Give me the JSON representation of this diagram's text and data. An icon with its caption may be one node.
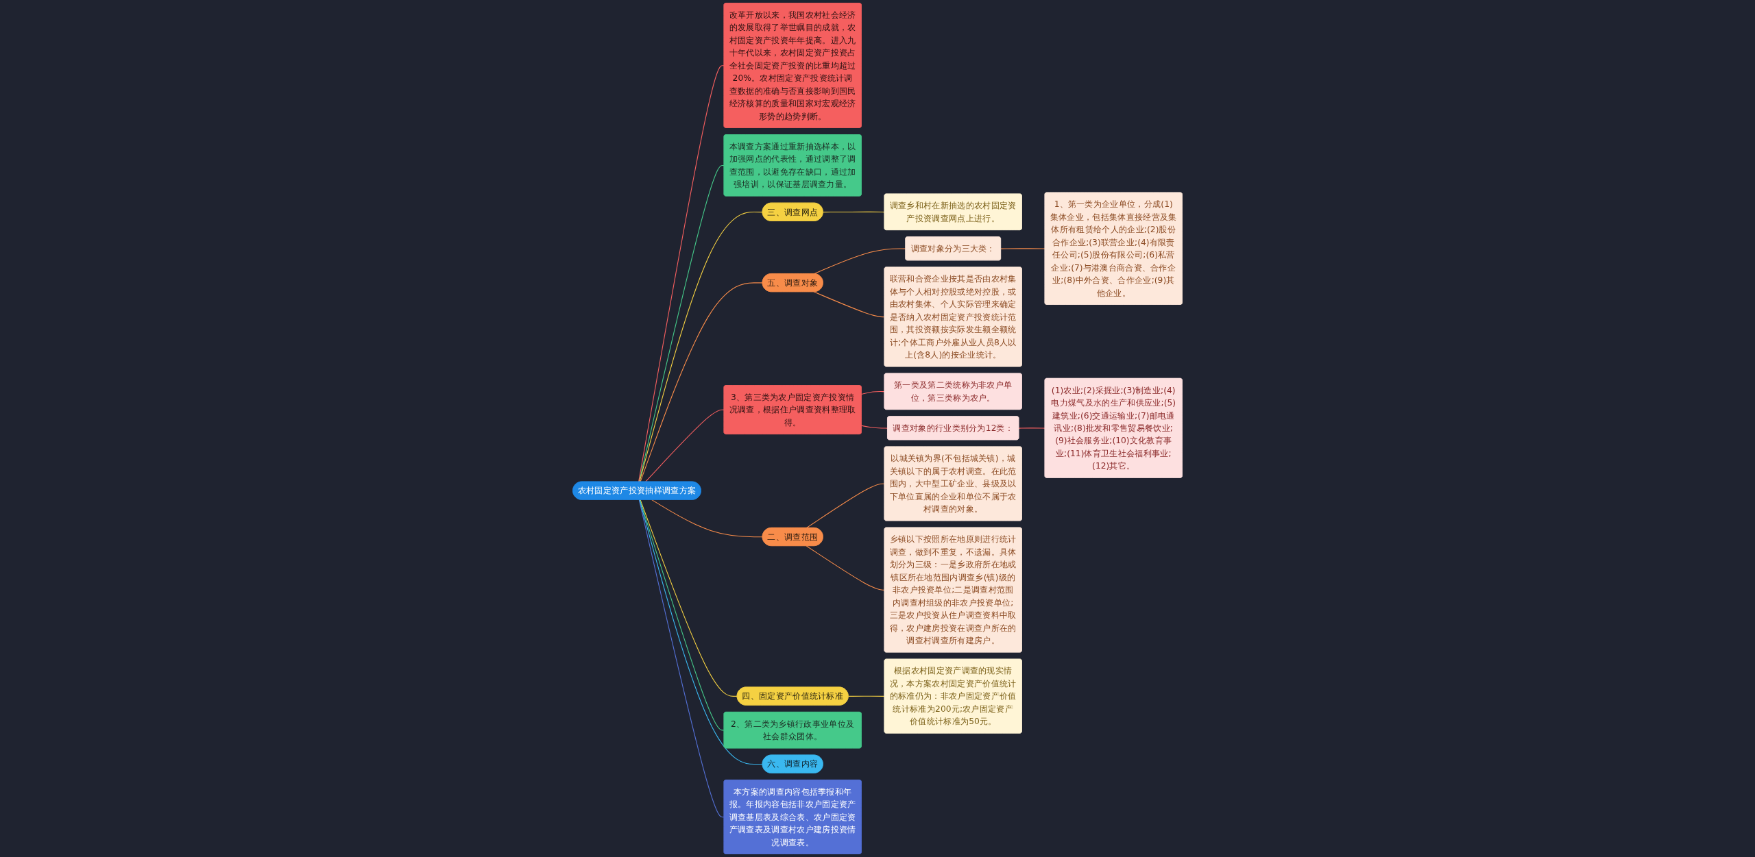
{
  "diagram": {
    "nodes": [
      {
        "text": [
          "农村固定资产投资抽样调查方案"
        ]
      },
      {
        "text": [
          "本调查方案通过重新抽选样本，以加强网点的代表性，通过调整了调查范围，以避免存在缺口，通过加强培训，以保证基层调查力量。"
        ]
      },
      {
        "text": [
          "三、调查网点"
        ]
      },
      {
        "text": [
          "调查乡和村在新抽选的农村固定资产投资调查网点上进行。"
        ]
      },
      {
        "text": [
          "五、调查对象"
        ]
      },
      {
        "text": [
          "调查对象分为三大类："
        ]
      },
      {
        "text": [
          "1、第一类为企业单位，分成(1)集体企业，包括集体直接经营及集体所有租赁给个人的企业;(2)股份合作企业;(3)联营企业;(4)有限责任公司;(5)股份有限公司;(6)私营企业;(7)与港澳台商合资、合作企业;(8)中外合资、合作企业;(9)其他企业。"
        ]
      },
      {
        "text": [
          "联营和合资企业按其是否由农村集体与个人相对控股或绝对控股，或由农村集体、个人实际管理来确定是否纳入农村固定资产投资统计范围，其投资额按实际发生额全额统计;个体工商户外雇从业人员8人以上(含8人)的按企业统计。"
        ]
      },
      {
        "text": [
          "3、第三类为农户固定资产投资情况调查，根据住户调查资料整理取得。"
        ]
      },
      {
        "text": [
          "第一类及第二类统称为非农户单位，第三类称为农户。"
        ]
      },
      {
        "text": [
          "调查对象的行业类别分为12类："
        ]
      },
      {
        "text": [
          "(1)农业;(2)采掘业;(3)制造业;(4)电力煤气及水的生产和供应业;(5)建筑业;(6)交通运输业;(7)邮电通讯业;(8)批发和零售贸易餐饮业;(9)社会服务业;(10)文化教育事业;(11)体育卫生社会福利事业;(12)其它。"
        ]
      },
      {
        "text": [
          "本方案的调查内容包括季报和年报。年报内容包括非农户固定资产调查基层表及综合表、农户固定资产调查表及调查村农户建房投资情况调查表。"
        ]
      },
      {
        "text": [
          "改革开放以来，我国农村社会经济的发展取得了举世瞩目的成就，农村固定资产投资年年提高。进入九十年代以来，农村固定资产投资占全社会固定资产投资的比重均超过20%。农村固定资产投资统计调查数据的准确与否直接影响到国民经济核算的质量和国家对宏观经济形势的趋势判断。"
        ]
      },
      {
        "text": [
          "二、调查范围"
        ]
      },
      {
        "text": [
          "以城关镇为界(不包括城关镇)，城关镇以下的属于农村调查。在此范围内，大中型工矿企业、县级及以下单位直属的企业和单位不属于农村调查的对象。"
        ]
      },
      {
        "text": [
          "乡镇以下按照所在地原则进行统计调查，做到不重复，不遗漏。具体划分为三级：一是乡政府所在地或镇区所在地范围内调查乡(镇)级的非农户投资单位;二是调查村范围内调查村组级的非农户投资单位;三是农户投资从住户调查资料中取得，农户建房投资在调查户所在的调查村调查所有建房户。"
        ]
      },
      {
        "text": [
          "四、固定资产价值统计标准"
        ]
      },
      {
        "text": [
          "根据农村固定资产调查的现实情况，本方案农村固定资产价值统计的标准仍为：非农户固定资产价值统计标准为200元;农户固定资产价值统计标准为50元。"
        ]
      },
      {
        "text": [
          "2、第二类为乡镇行政事业单位及社会群众团体。"
        ]
      },
      {
        "text": [
          "六、调查内容"
        ]
      }
    ],
    "edges": [
      {
        "from": 0,
        "to": 1,
        "arrow": "none",
        "color": "#45c98a"
      },
      {
        "from": 0,
        "to": 2,
        "arrow": "none",
        "color": "#f5d142"
      },
      {
        "from": 2,
        "to": 3,
        "arrow": "none",
        "color": "#f5d142"
      },
      {
        "from": 0,
        "to": 4,
        "arrow": "none",
        "color": "#f88c4a"
      },
      {
        "from": 4,
        "to": 5,
        "arrow": "none",
        "color": "#f88c4a"
      },
      {
        "from": 5,
        "to": 6,
        "arrow": "none",
        "color": "#f88c4a"
      },
      {
        "from": 4,
        "to": 7,
        "arrow": "none",
        "color": "#f88c4a"
      },
      {
        "from": 0,
        "to": 8,
        "arrow": "none",
        "color": "#f55f5f"
      },
      {
        "from": 8,
        "to": 9,
        "arrow": "none",
        "color": "#f55f5f"
      },
      {
        "from": 8,
        "to": 10,
        "arrow": "none",
        "color": "#f55f5f"
      },
      {
        "from": 10,
        "to": 11,
        "arrow": "none",
        "color": "#f55f5f"
      },
      {
        "from": 0,
        "to": 12,
        "arrow": "none",
        "color": "#5470d6"
      },
      {
        "from": 0,
        "to": 13,
        "arrow": "none",
        "color": "#f55f5f"
      },
      {
        "from": 0,
        "to": 14,
        "arrow": "none",
        "color": "#f88c4a"
      },
      {
        "from": 14,
        "to": 15,
        "arrow": "none",
        "color": "#f88c4a"
      },
      {
        "from": 14,
        "to": 16,
        "arrow": "none",
        "color": "#f88c4a"
      },
      {
        "from": 0,
        "to": 17,
        "arrow": "none",
        "color": "#f5d142"
      },
      {
        "from": 17,
        "to": 18,
        "arrow": "none",
        "color": "#f5d142"
      },
      {
        "from": 0,
        "to": 19,
        "arrow": "none",
        "color": "#45c98a"
      },
      {
        "from": 0,
        "to": 20,
        "arrow": "none",
        "color": "#3ab8f0"
      }
    ]
  }
}
